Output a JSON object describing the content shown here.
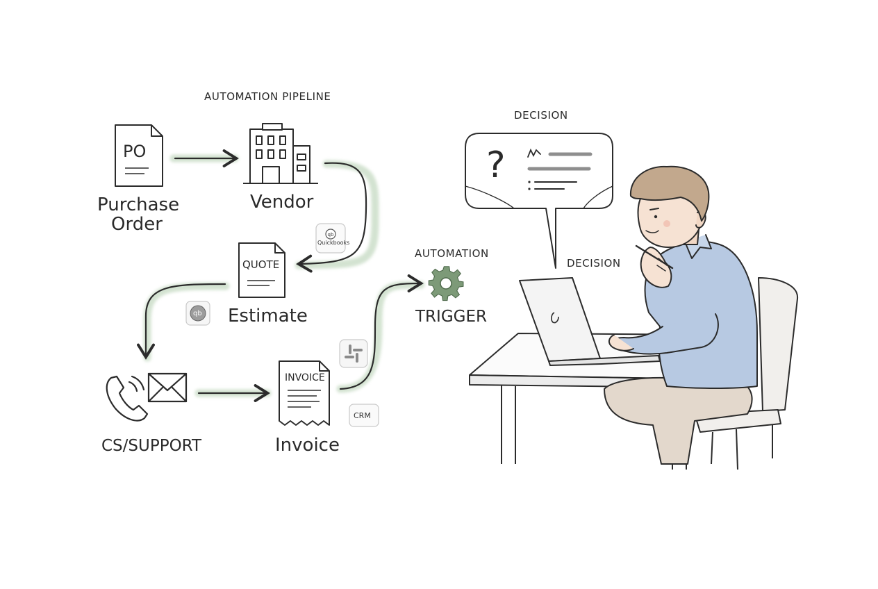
{
  "pipeline": {
    "heading": "AUTOMATION PIPELINE",
    "steps": [
      {
        "id": "po",
        "label_lines": [
          "Purchase",
          "Order"
        ],
        "doc_text": "PO",
        "icon": "document-icon"
      },
      {
        "id": "vendor",
        "label": "Vendor",
        "icon": "building-icon"
      },
      {
        "id": "estimate",
        "label": "Estimate",
        "doc_text": "QUOTE",
        "icon": "document-icon"
      },
      {
        "id": "cs",
        "label": "CS/SUPPORT",
        "icon": "phone-envelope-icon"
      },
      {
        "id": "invoice",
        "label": "Invoice",
        "doc_text": "INVOICE",
        "icon": "document-icon"
      }
    ],
    "badges": {
      "quickbooks": "Quickbooks",
      "qb": "qb",
      "crm": "CRM"
    }
  },
  "automation": {
    "heading": "AUTOMATION",
    "label": "TRIGGER",
    "icon": "gear-icon"
  },
  "decision": {
    "bubble_heading": "DECISION",
    "person_heading": "DECISION",
    "bubble_symbol": "?"
  },
  "colors": {
    "ink": "#2b2b2b",
    "arrow_glow": "#cfe0cc",
    "shirt": "#b7c9e2",
    "hair": "#9a7e66",
    "pants": "#e3d8cc",
    "gear": "#7d9a78"
  }
}
